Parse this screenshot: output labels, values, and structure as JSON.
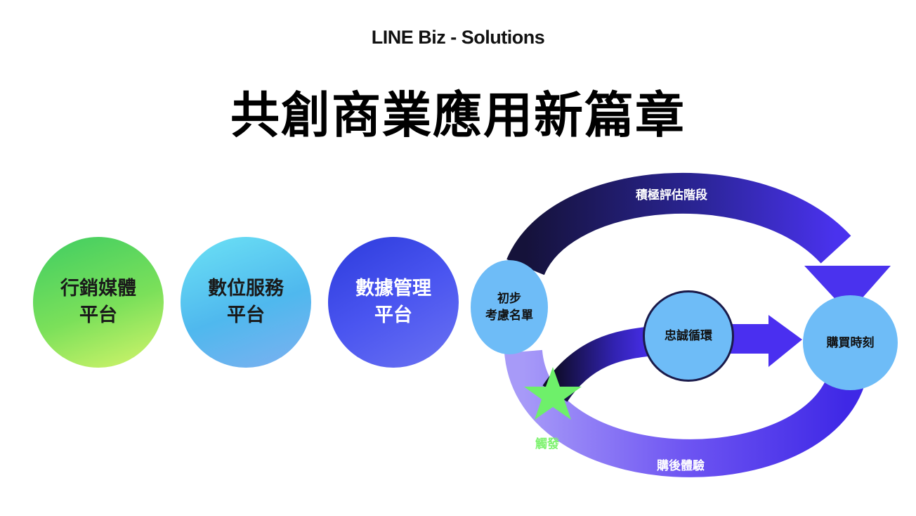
{
  "header": {
    "brand": "LINE Biz - Solutions",
    "title": "共創商業應用新篇章"
  },
  "platforms": [
    {
      "line1": "行銷媒體",
      "line2": "平台"
    },
    {
      "line1": "數位服務",
      "line2": "平台"
    },
    {
      "line1": "數據管理",
      "line2": "平台"
    }
  ],
  "cycle": {
    "initial": {
      "line1": "初步",
      "line2": "考慮名單"
    },
    "purchase": "購買時刻",
    "loyalty": "忠誠循環",
    "evaluation": "積極評估階段",
    "post_purchase": "購後體驗",
    "trigger": "觸發"
  },
  "colors": {
    "dark_navy": "#15123a",
    "indigo": "#3a2ee0",
    "violet": "#8f7cf5",
    "node_blue": "#6ebcf7",
    "trigger_green": "#7df26e"
  }
}
